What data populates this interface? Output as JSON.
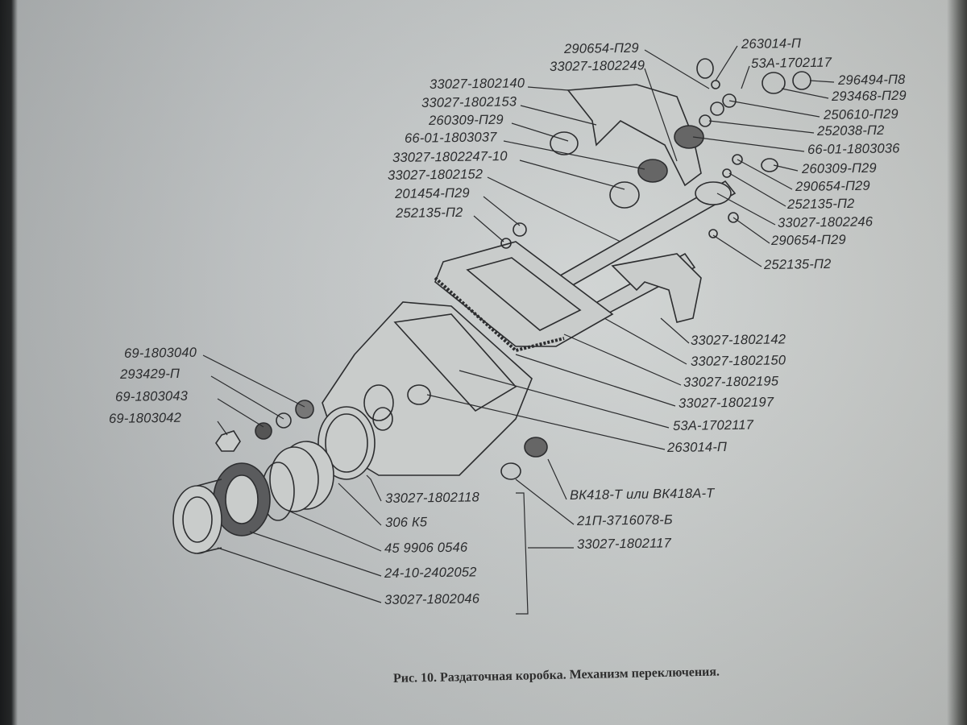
{
  "figure": {
    "caption": "Рис. 10. Раздаточная коробка. Механизм переключения.",
    "labels_top_left": [
      "33027-1802140",
      "33027-1802153",
      "260309-П29",
      "66-01-1803037",
      "33027-1802247-10",
      "33027-1802152",
      "201454-П29",
      "252135-П2"
    ],
    "labels_top_center": [
      "290654-П29",
      "33027-1802249"
    ],
    "labels_top_right": [
      "263014-П",
      "53А-1702117",
      "296494-П8",
      "293468-П29",
      "250610-П29",
      "252038-П2",
      "66-01-1803036",
      "260309-П29",
      "290654-П29",
      "252135-П2",
      "33027-1802246",
      "290654-П29",
      "252135-П2"
    ],
    "labels_mid_right": [
      "33027-1802142",
      "33027-1802150",
      "33027-1802195",
      "33027-1802197",
      "53А-1702117",
      "263014-П"
    ],
    "labels_left": [
      "69-1803040",
      "293429-П",
      "69-1803043",
      "69-1803042"
    ],
    "labels_bottom": [
      "33027-1802118",
      "306 К5",
      "45 9906 0546",
      "24-10-2402052",
      "33027-1802046"
    ],
    "labels_bottom_right": [
      "ВК418-Т или ВК418А-Т",
      "21П-3716078-Б",
      "33027-1802117"
    ]
  }
}
